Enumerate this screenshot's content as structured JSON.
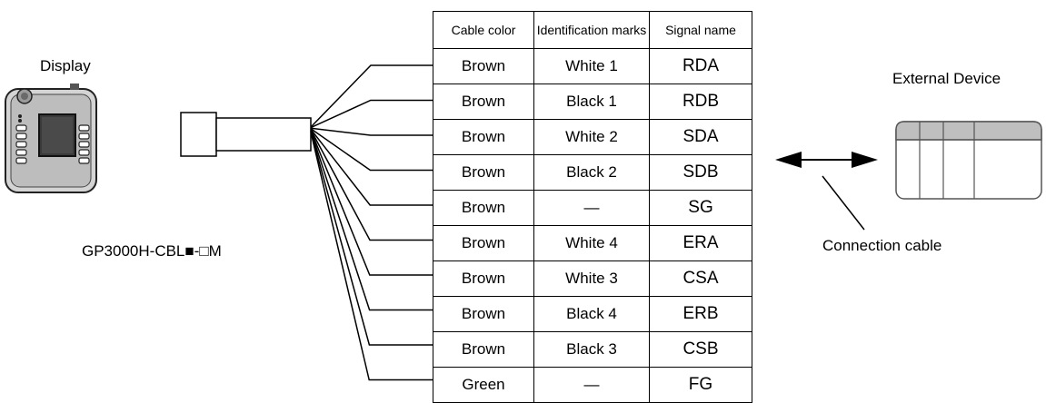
{
  "labels": {
    "display": "Display",
    "cable_model": "GP3000H-CBL■-□M",
    "external_device": "External Device",
    "connection_cable": "Connection cable"
  },
  "table": {
    "headers": [
      "Cable color",
      "Identification marks",
      "Signal name"
    ],
    "rows": [
      [
        "Brown",
        "White 1",
        "RDA"
      ],
      [
        "Brown",
        "Black 1",
        "RDB"
      ],
      [
        "Brown",
        "White 2",
        "SDA"
      ],
      [
        "Brown",
        "Black 2",
        "SDB"
      ],
      [
        "Brown",
        "—",
        "SG"
      ],
      [
        "Brown",
        "White 4",
        "ERA"
      ],
      [
        "Brown",
        "White 3",
        "CSA"
      ],
      [
        "Brown",
        "Black 4",
        "ERB"
      ],
      [
        "Brown",
        "Black 3",
        "CSB"
      ],
      [
        "Green",
        "—",
        "FG"
      ]
    ]
  },
  "icons": {
    "display_device": "handheld-display-icon",
    "external_device": "external-device-icon",
    "arrow": "double-arrow-icon"
  }
}
